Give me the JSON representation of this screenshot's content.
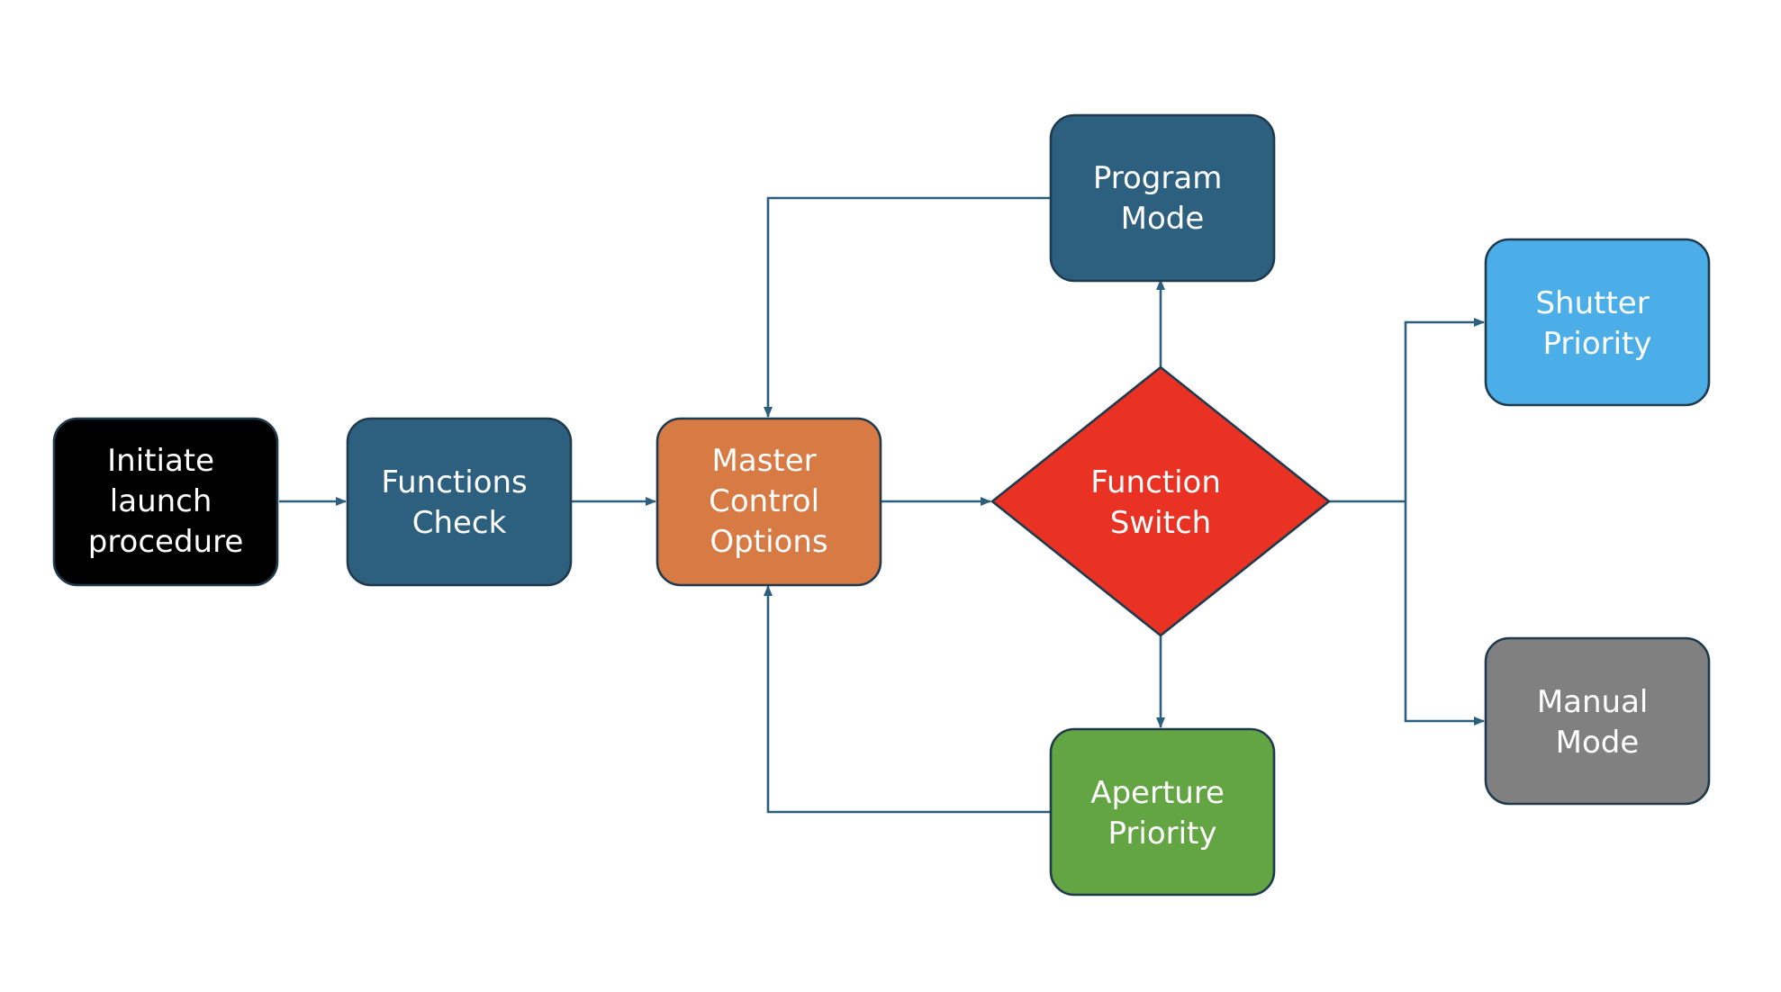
{
  "nodes": {
    "initiate": {
      "lines": [
        "Initiate",
        "launch",
        "procedure"
      ],
      "color": "#000000"
    },
    "functions": {
      "lines": [
        "Functions",
        "Check"
      ],
      "color": "#2d5f7f"
    },
    "master": {
      "lines": [
        "Master",
        "Control",
        "Options"
      ],
      "color": "#d87a43"
    },
    "switch": {
      "lines": [
        "Function",
        "Switch"
      ],
      "color": "#e93224"
    },
    "program": {
      "lines": [
        "Program",
        "Mode"
      ],
      "color": "#2d5f7f"
    },
    "aperture": {
      "lines": [
        "Aperture",
        "Priority"
      ],
      "color": "#64a543"
    },
    "shutter": {
      "lines": [
        "Shutter",
        "Priority"
      ],
      "color": "#4baee8"
    },
    "manual": {
      "lines": [
        "Manual",
        "Mode"
      ],
      "color": "#808080"
    }
  },
  "colors": {
    "connector": "#2c5f7e",
    "border": "#1f3a4d",
    "text": "#ffffff"
  }
}
